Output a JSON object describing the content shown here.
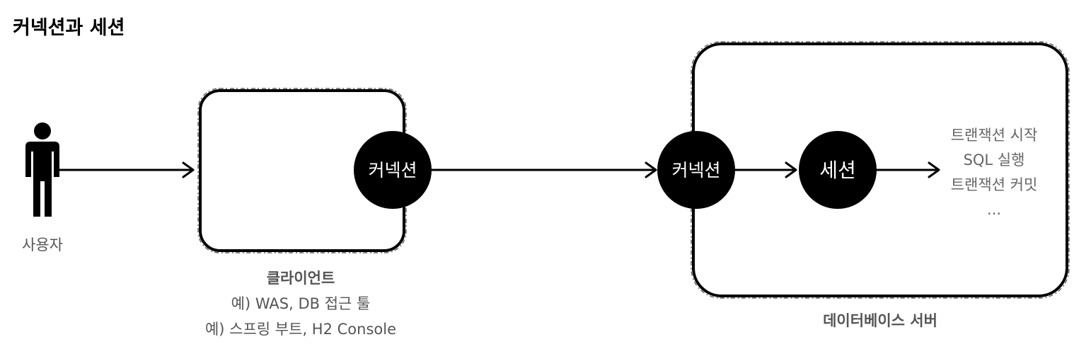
{
  "title": "커넥션과 세션",
  "user": {
    "label": "사용자"
  },
  "client": {
    "title": "클라이언트",
    "example1": "예) WAS, DB 접근 툴",
    "example2": "예) 스프링 부트, H2 Console",
    "connection_label": "커넥션"
  },
  "db_server": {
    "title": "데이터베이스 서버",
    "connection_label": "커넥션",
    "session_label": "세션",
    "steps": [
      "트랜잭션 시작",
      "SQL 실행",
      "트랜잭션 커밋",
      "..."
    ]
  },
  "colors": {
    "node_fill": "#000000",
    "node_text": "#ffffff",
    "label_gray": "#555555"
  }
}
